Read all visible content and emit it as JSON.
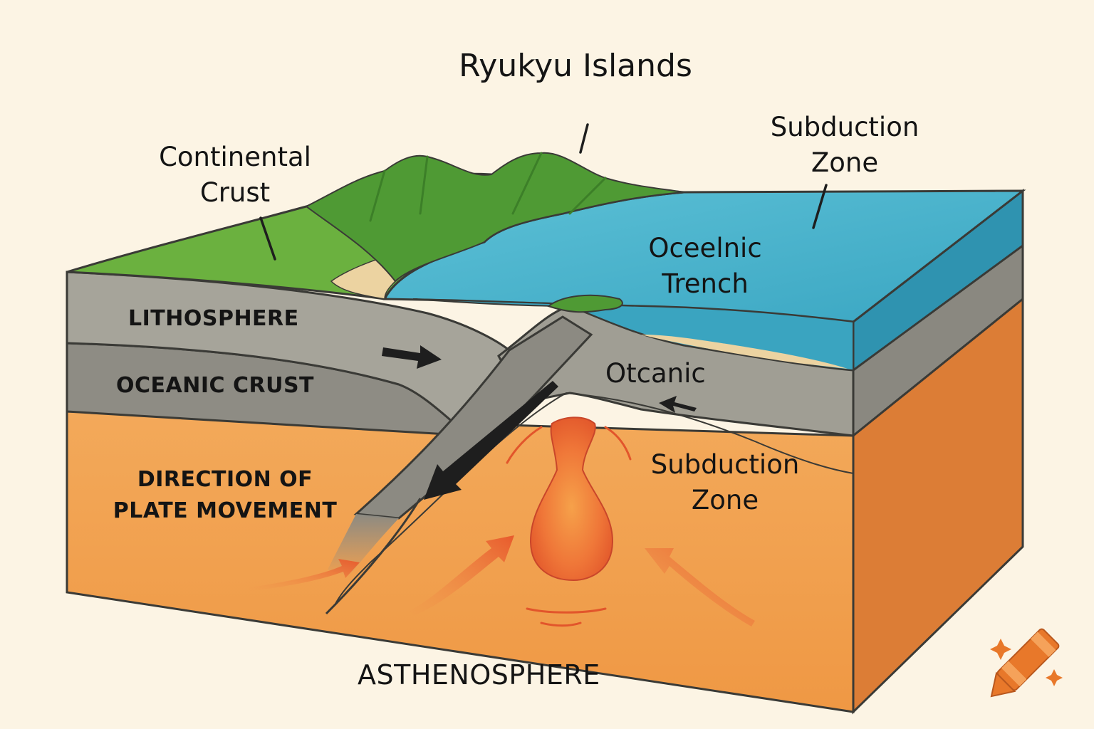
{
  "title": "Ryukyu Islands",
  "labels": {
    "continental_crust": "Continental\nCrust",
    "subduction_zone_top": "Subduction\nZone",
    "oceanic_trench": "Oceelnic\nTrench",
    "lithosphere": "LITHOSPHERE",
    "oceanic_crust": "OCEANIC CRUST",
    "otcanic": "Otcanic",
    "subduction_zone_mid": "Subduction\nZone",
    "plate_movement": "DIRECTION OF\nPLATE MOVEMENT",
    "asthenosphere": "ASTHENOSPHERE"
  },
  "colors": {
    "background": "#fcf4e4",
    "land": "#6bb13f",
    "mountain": "#4f9a34",
    "beach": "#ecd3a1",
    "ocean": "#4fb5cc",
    "ocean_side": "#2f93b0",
    "rock": "#9c9a90",
    "rock_side": "#8a8880",
    "mantle": "#f2a552",
    "mantle_side": "#dc7d36",
    "magma": "#ee6532",
    "outline": "#3a3a36"
  },
  "icons": {
    "logo": "crayon-sparkle-icon"
  }
}
